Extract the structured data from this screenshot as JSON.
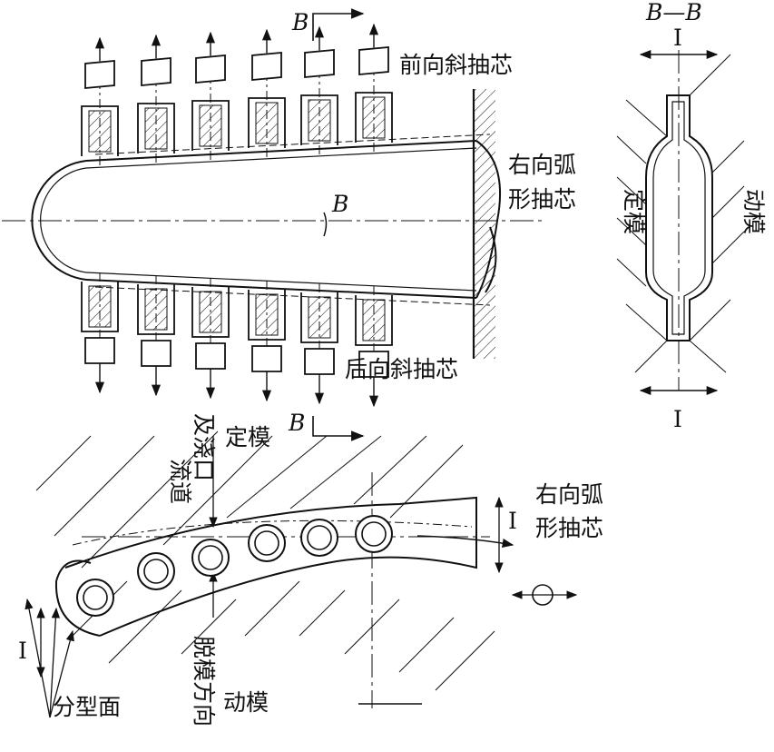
{
  "labels": {
    "section_top": "B—B",
    "section_mark_top": "B",
    "section_mark_bottom": "B",
    "section_mark_mid": "B",
    "front_core": "前向斜抽芯",
    "rear_core": "后向斜抽芯",
    "right_arc_core_line1": "右向弧",
    "right_arc_core_line2": "形抽芯",
    "fixed_mold_vertical": "定模",
    "moving_mold_vertical": "动模",
    "roman_one": "I",
    "runner_gate_line1": "流道",
    "runner_gate_line2": "及浇口",
    "fixed_mold_bottom": "定模",
    "arc_core_bottom_line1": "右向弧",
    "arc_core_bottom_line2": "形抽芯",
    "demold_direction": "脱模方向",
    "moving_mold_bottom": "动模",
    "parting_surface": "分型面"
  },
  "colors": {
    "ink": "#111111",
    "paper": "#ffffff"
  }
}
